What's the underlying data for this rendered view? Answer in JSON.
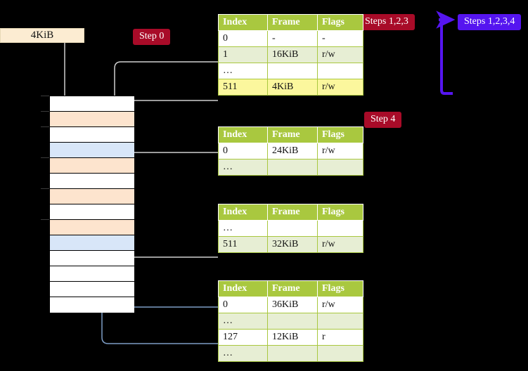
{
  "diagram": {
    "title_badges": {
      "step0": "Step 0",
      "steps123": "Steps 1,2,3",
      "steps1234": "Steps 1,2,3,4",
      "step4": "Step 4"
    },
    "size_box": {
      "label": "4KiB"
    },
    "colors": {
      "badge_crimson": "#a80b28",
      "badge_blue": "#5515f0",
      "table_header": "#a9c83f",
      "table_row_tint": "#e7eed4",
      "highlight": "#fbf79d",
      "mem_orange": "#fde4ce",
      "mem_blue": "#d8e6f8",
      "size_box_bg": "#fcecd2",
      "wire_grey": "#cfcfcf",
      "wire_blue": "#7d9dc6",
      "background": "#000000"
    },
    "memory_column": {
      "name": "physical-memory",
      "cells": [
        {
          "index": 0,
          "fill": "white"
        },
        {
          "index": 1,
          "fill": "orange"
        },
        {
          "index": 2,
          "fill": "white"
        },
        {
          "index": 3,
          "fill": "blue"
        },
        {
          "index": 4,
          "fill": "orange"
        },
        {
          "index": 5,
          "fill": "white"
        },
        {
          "index": 6,
          "fill": "orange"
        },
        {
          "index": 7,
          "fill": "white"
        },
        {
          "index": 8,
          "fill": "orange"
        },
        {
          "index": 9,
          "fill": "blue"
        },
        {
          "index": 10,
          "fill": "white"
        },
        {
          "index": 11,
          "fill": "white"
        },
        {
          "index": 12,
          "fill": "white"
        },
        {
          "index": 13,
          "fill": "white"
        }
      ],
      "ticks": [
        0,
        1,
        2,
        4,
        6,
        8
      ]
    },
    "tables": [
      {
        "id": "table-0",
        "headers": [
          "Index",
          "Frame",
          "Flags"
        ],
        "rows": [
          {
            "cells": [
              "0",
              "-",
              "-"
            ],
            "tint": false,
            "highlight": false
          },
          {
            "cells": [
              "1",
              "16KiB",
              "r/w"
            ],
            "tint": true,
            "highlight": false
          },
          {
            "cells": [
              "…",
              "",
              ""
            ],
            "tint": false,
            "highlight": false
          },
          {
            "cells": [
              "511",
              "4KiB",
              "r/w"
            ],
            "tint": true,
            "highlight": true
          }
        ]
      },
      {
        "id": "table-1",
        "headers": [
          "Index",
          "Frame",
          "Flags"
        ],
        "rows": [
          {
            "cells": [
              "0",
              "24KiB",
              "r/w"
            ],
            "tint": false,
            "highlight": false
          },
          {
            "cells": [
              "…",
              "",
              ""
            ],
            "tint": true,
            "highlight": false
          }
        ]
      },
      {
        "id": "table-2",
        "headers": [
          "Index",
          "Frame",
          "Flags"
        ],
        "rows": [
          {
            "cells": [
              "…",
              "",
              ""
            ],
            "tint": false,
            "highlight": false
          },
          {
            "cells": [
              "511",
              "32KiB",
              "r/w"
            ],
            "tint": true,
            "highlight": false
          }
        ]
      },
      {
        "id": "table-3",
        "headers": [
          "Index",
          "Frame",
          "Flags"
        ],
        "rows": [
          {
            "cells": [
              "0",
              "36KiB",
              "r/w"
            ],
            "tint": false,
            "highlight": false
          },
          {
            "cells": [
              "…",
              "",
              ""
            ],
            "tint": true,
            "highlight": false
          },
          {
            "cells": [
              "127",
              "12KiB",
              "r"
            ],
            "tint": false,
            "highlight": false
          },
          {
            "cells": [
              "…",
              "",
              ""
            ],
            "tint": true,
            "highlight": false
          }
        ]
      }
    ]
  }
}
